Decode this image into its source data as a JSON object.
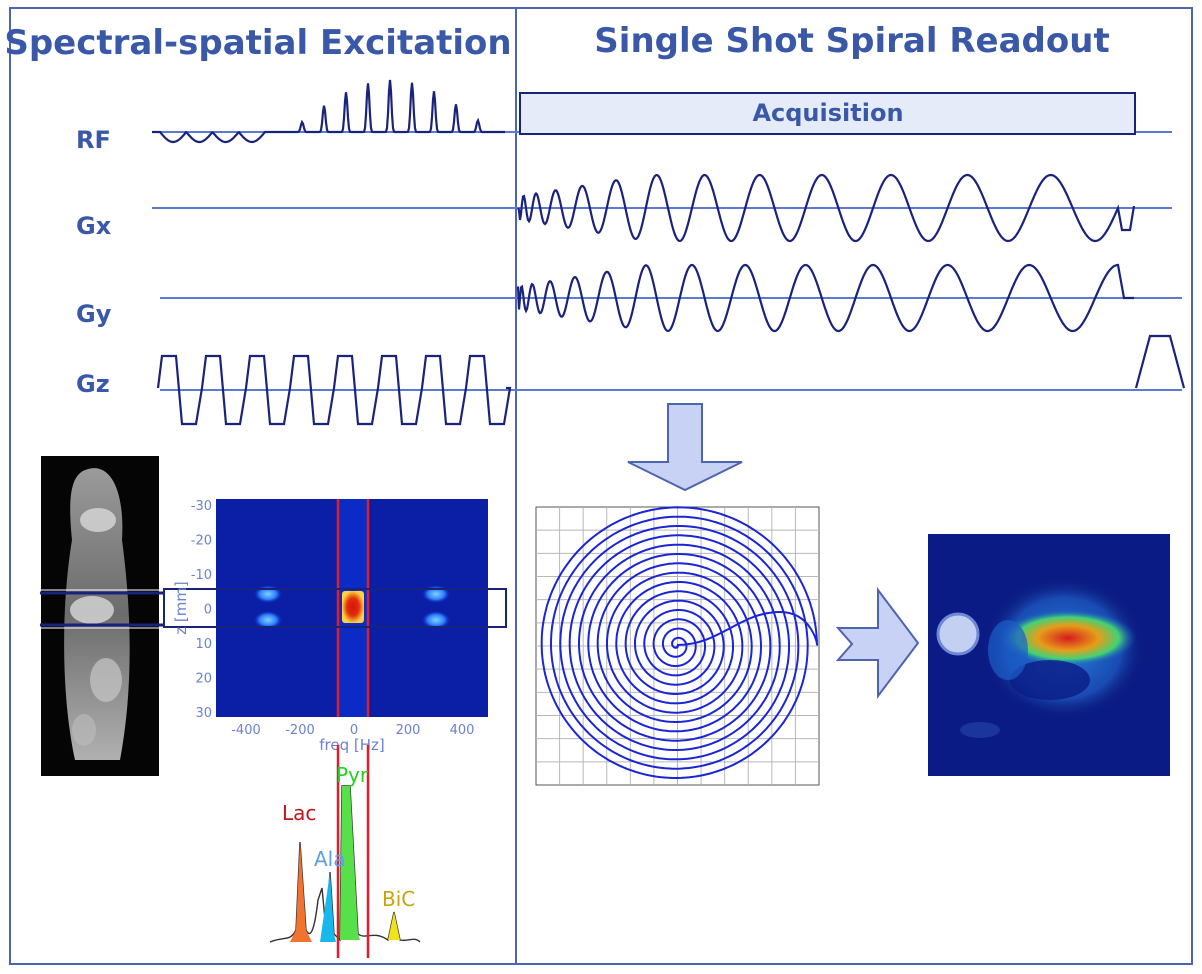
{
  "panels": {
    "left_title": "Spectral-spatial Excitation",
    "right_title": "Single Shot Spiral Readout"
  },
  "waveforms": {
    "rf_label": "RF",
    "gx_label": "Gx",
    "gy_label": "Gy",
    "gz_label": "Gz",
    "acquisition_label": "Acquisition"
  },
  "heatmap": {
    "xlabel": "freq [Hz]",
    "ylabel": "z [mm]",
    "x_ticks": [
      "-400",
      "-200",
      "0",
      "200",
      "400"
    ],
    "y_ticks": [
      "-30",
      "-20",
      "-10",
      "0",
      "10",
      "20",
      "30"
    ]
  },
  "spectrum": {
    "peaks": [
      {
        "label": "Lac",
        "color": "#c0161b"
      },
      {
        "label": "Ala",
        "color": "#5aa0e8"
      },
      {
        "label": "Pyr",
        "color": "#22d11f"
      },
      {
        "label": "BiC",
        "color": "#c6a410"
      }
    ]
  },
  "colors": {
    "frame": "#4d64b2",
    "title": "#3a58a8",
    "line": "#5c79d4",
    "wave": "#1a237a",
    "spiral": "#1a25d6",
    "arrow_fill": "#c8d2f4",
    "arrow_stroke": "#4d64b2"
  }
}
